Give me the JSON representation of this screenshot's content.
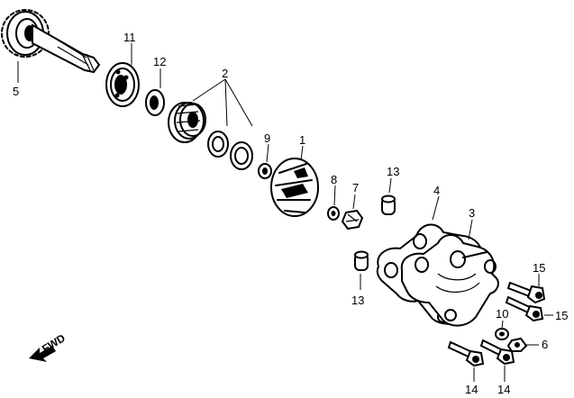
{
  "callouts": {
    "c1": "1",
    "c2": "2",
    "c3": "3",
    "c4": "4",
    "c5": "5",
    "c6": "6",
    "c7": "7",
    "c8": "8",
    "c9": "9",
    "c10": "10",
    "c11": "11",
    "c12": "12",
    "c13a": "13",
    "c13b": "13",
    "c14a": "14",
    "c14b": "14",
    "c15a": "15",
    "c15b": "15"
  },
  "direction": {
    "label": "FWD"
  }
}
